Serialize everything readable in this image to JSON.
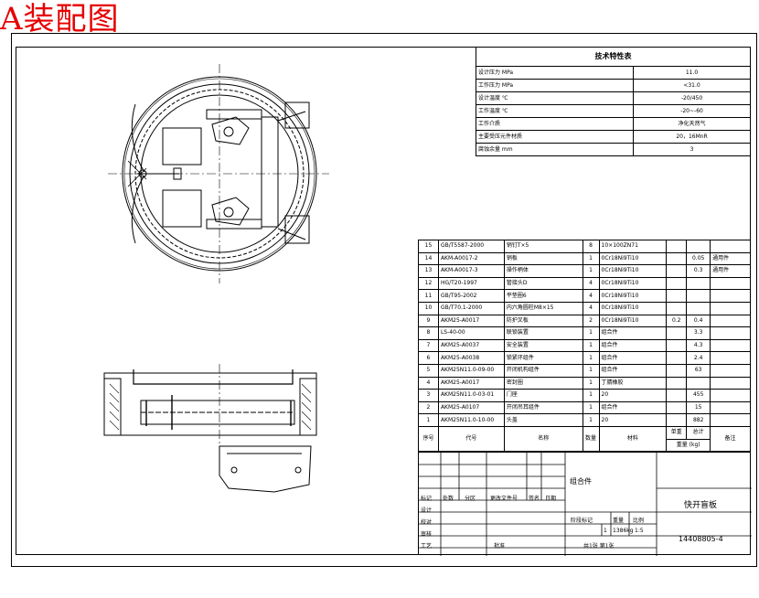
{
  "stamp": {
    "title": "A装配图",
    "color": "#e60000"
  },
  "spec_table": {
    "title": "技术特性表",
    "rows": [
      {
        "label": "设计压力 MPa",
        "value": "11.0"
      },
      {
        "label": "工作压力 MPa",
        "value": "<31.0"
      },
      {
        "label": "设计温度 ℃",
        "value": "-20/450"
      },
      {
        "label": "工作温度 ℃",
        "value": "-20~-60"
      },
      {
        "label": "工作介质",
        "value": "净化天然气"
      },
      {
        "label": "主要受压元件材质",
        "value": "20，16MnR"
      },
      {
        "label": "腐蚀余量 mm",
        "value": "3"
      }
    ]
  },
  "parts_table": {
    "rows": [
      {
        "no": "15",
        "code": "GB/T5587-2000",
        "name": "销钉T×5",
        "qty": "8",
        "material": "10×100ZN71",
        "single": "",
        "total": "",
        "note": ""
      },
      {
        "no": "14",
        "code": "AKM-A0017-2",
        "name": "销板",
        "qty": "1",
        "material": "0Cr18Ni9Ti10",
        "single": "",
        "total": "0.05",
        "note": "通用件"
      },
      {
        "no": "13",
        "code": "AKM-A0017-3",
        "name": "操作柄体",
        "qty": "1",
        "material": "0Cr18Ni9Ti10",
        "single": "",
        "total": "0.3",
        "note": "通用件"
      },
      {
        "no": "12",
        "code": "HG/T20-1997",
        "name": "管接头D",
        "qty": "4",
        "material": "0Cr18Ni9Ti10",
        "single": "",
        "total": "",
        "note": ""
      },
      {
        "no": "11",
        "code": "GB/T95-2002",
        "name": "平垫圈6",
        "qty": "4",
        "material": "0Cr18Ni9Ti10",
        "single": "",
        "total": "",
        "note": ""
      },
      {
        "no": "10",
        "code": "GB/T70.1-2000",
        "name": "内六角圆柱M8×15",
        "qty": "4",
        "material": "0Cr18Ni9Ti10",
        "single": "",
        "total": "",
        "note": ""
      },
      {
        "no": "9",
        "code": "AKM25-A0017",
        "name": "防护叉板",
        "qty": "2",
        "material": "0Cr18Ni9Ti10",
        "single": "0.2",
        "total": "0.4",
        "note": ""
      },
      {
        "no": "8",
        "code": "LS-40-00",
        "name": "联锁装置",
        "qty": "1",
        "material": "组合件",
        "single": "",
        "total": "3.3",
        "note": ""
      },
      {
        "no": "7",
        "code": "AKM25-A0037",
        "name": "安全装置",
        "qty": "1",
        "material": "组合件",
        "single": "",
        "total": "4.3",
        "note": ""
      },
      {
        "no": "6",
        "code": "AKM25-A0038",
        "name": "锁紧环组件",
        "qty": "1",
        "material": "组合件",
        "single": "",
        "total": "2.4",
        "note": ""
      },
      {
        "no": "5",
        "code": "AKM25N11.0-09-00",
        "name": "开闭机构组件",
        "qty": "1",
        "material": "组合件",
        "single": "",
        "total": "63",
        "note": ""
      },
      {
        "no": "4",
        "code": "AKM25-A0017",
        "name": "密封圈",
        "qty": "1",
        "material": "丁腈橡胶",
        "single": "",
        "total": "",
        "note": ""
      },
      {
        "no": "3",
        "code": "AKM25N11.0-03-01",
        "name": "门座",
        "qty": "1",
        "material": "20",
        "single": "",
        "total": "455",
        "note": ""
      },
      {
        "no": "2",
        "code": "AKM25-A0107",
        "name": "开闭吊耳组件",
        "qty": "1",
        "material": "组合件",
        "single": "",
        "total": "15",
        "note": ""
      },
      {
        "no": "1",
        "code": "AKM25N11.0-10-00",
        "name": "头盖",
        "qty": "1",
        "material": "20",
        "single": "",
        "total": "882",
        "note": ""
      }
    ],
    "header": {
      "no": "序号",
      "code": "代号",
      "name": "名称",
      "qty": "数量",
      "material": "材料",
      "single": "单重",
      "total": "总计",
      "weight": "重量 (kg)",
      "note": "备注"
    }
  },
  "title_block": {
    "assembly": "组合件",
    "product": "快开盲板",
    "drawing_no": "14408805-4",
    "mark_label": "标记",
    "count_label": "处数",
    "zone_label": "分区",
    "change_label": "更改文件号",
    "sign_label": "签名",
    "date_label": "日期",
    "design": "设计",
    "check": "校对",
    "review": "审核",
    "process": "工艺",
    "approve": "批准",
    "stage_label": "阶段标记",
    "weight_label": "重量",
    "scale_label": "比例",
    "stage_val": "1",
    "weight_val": "1386kg",
    "scale_val": "1:5",
    "sheets": "共1张  第1张"
  }
}
